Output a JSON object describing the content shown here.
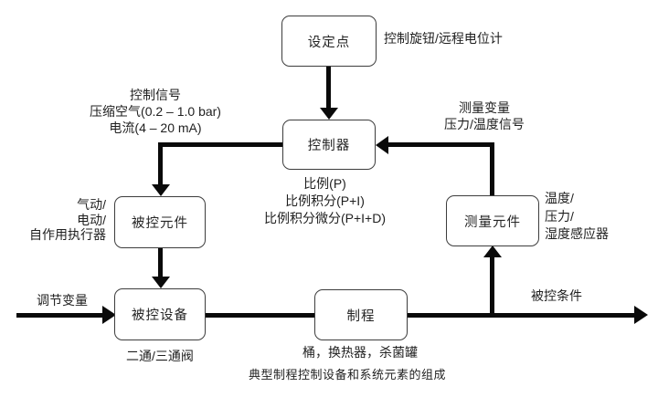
{
  "diagram": {
    "caption": "典型制程控制设备和系统元素的组成",
    "boxes": {
      "setpoint": "设定点",
      "controller": "控制器",
      "actuator": "被控元件",
      "sensor": "测量元件",
      "device": "被控设备",
      "process": "制程"
    },
    "annotations": {
      "setpoint_source": "控制旋钮/远程电位计",
      "control_signal": [
        "控制信号",
        "压缩空气(0.2 – 1.0 bar)",
        "电流(4 – 20 mA)"
      ],
      "measured_variable": [
        "测量变量",
        "压力/温度信号"
      ],
      "control_modes": [
        "比例(P)",
        "比例积分(P+I)",
        "比例积分微分(P+I+D)"
      ],
      "actuator_types": [
        "气动/",
        "电动/",
        "自作用执行器"
      ],
      "sensor_types": [
        "温度/",
        "压力/",
        "湿度感应器"
      ],
      "manipulated_variable": "调节变量",
      "valve_types": "二通/三通阀",
      "process_examples": "桶，换热器，杀菌罐",
      "controlled_condition": "被控条件"
    },
    "colors": {
      "background": "#ffffff",
      "line": "#0a0a0a",
      "box_border": "#3d3d3d",
      "text": "#1f1f1f"
    }
  }
}
